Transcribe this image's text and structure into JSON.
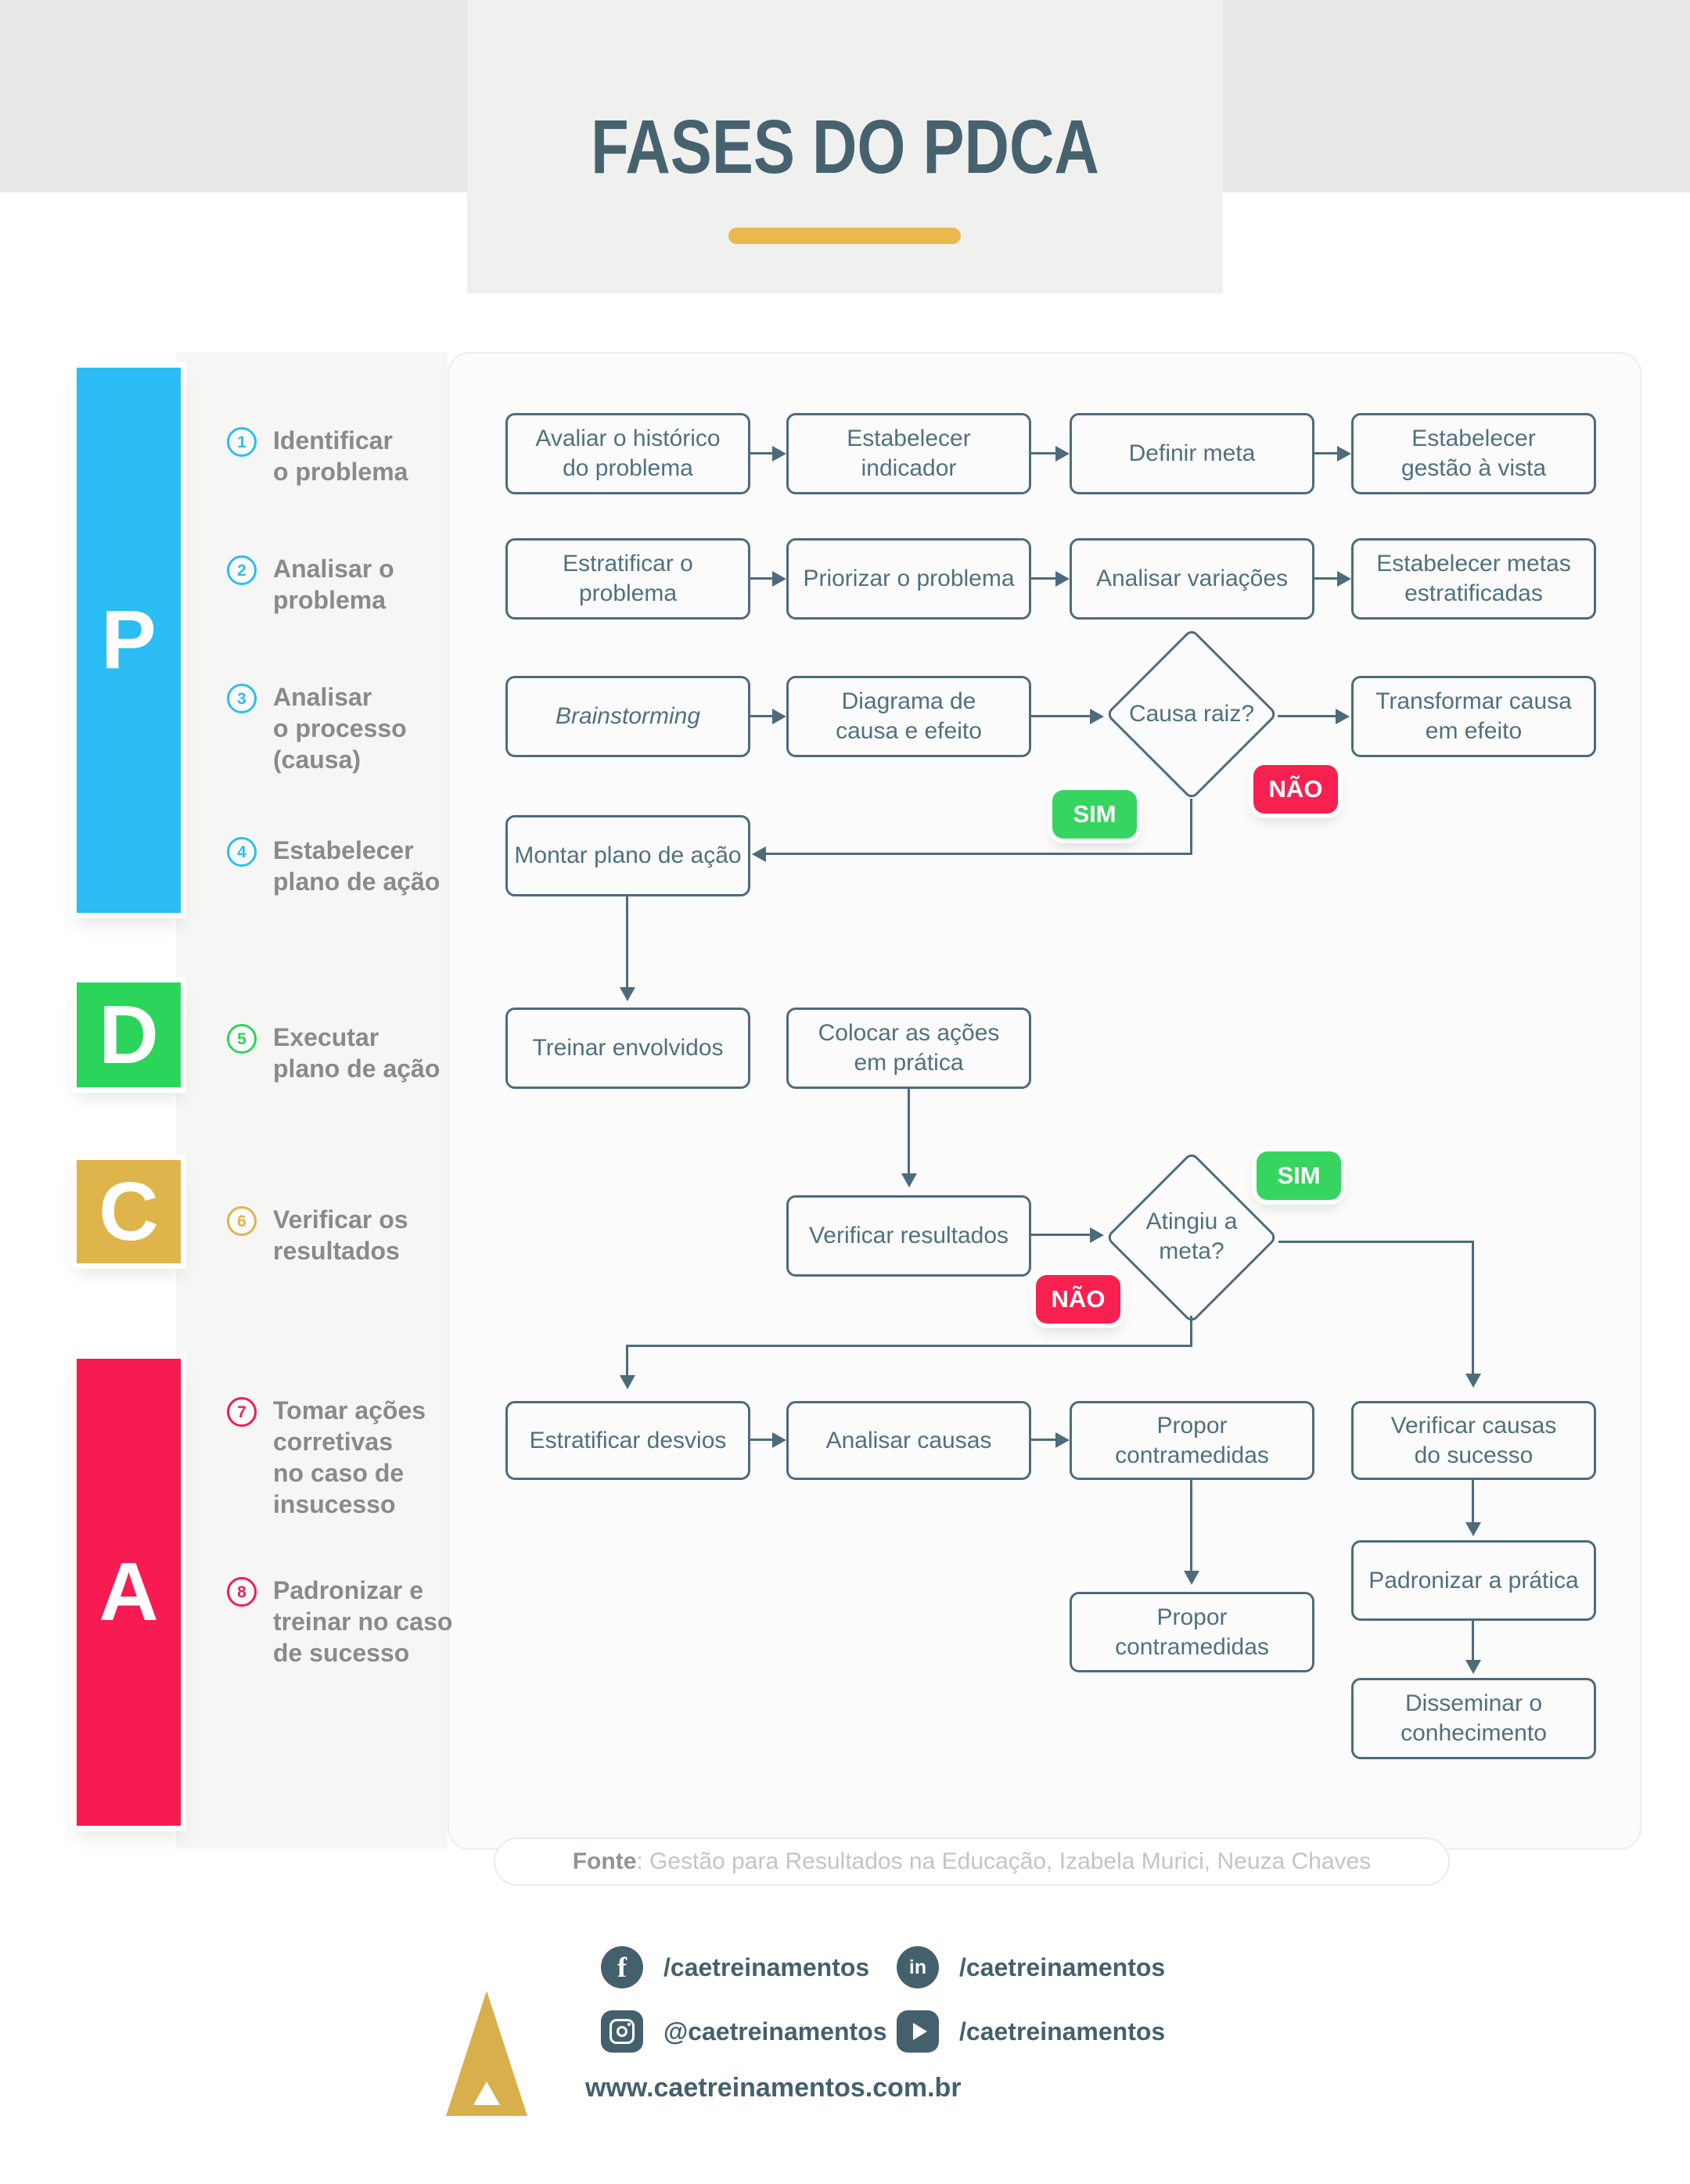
{
  "header": {
    "title": "FASES DO PDCA"
  },
  "colors": {
    "cyan": "#2bbdf3",
    "green": "#2bd55b",
    "gold": "#dfb44a",
    "red": "#f71b52",
    "slate": "#4e6b7b",
    "title": "#47626f",
    "underline": "#e9b94d"
  },
  "sidebar": {
    "sections": [
      {
        "letter": "P"
      },
      {
        "letter": "D"
      },
      {
        "letter": "C"
      },
      {
        "letter": "A"
      }
    ],
    "items": [
      {
        "number": "1",
        "label": "Identificar\no problema"
      },
      {
        "number": "2",
        "label": "Analisar o\nproblema"
      },
      {
        "number": "3",
        "label": "Analisar\no processo\n(causa)"
      },
      {
        "number": "4",
        "label": "Estabelecer\nplano de ação"
      },
      {
        "number": "5",
        "label": "Executar\nplano de ação"
      },
      {
        "number": "6",
        "label": "Verificar os\nresultados"
      },
      {
        "number": "7",
        "label": "Tomar ações\ncorretivas\nno caso de\ninsucesso"
      },
      {
        "number": "8",
        "label": "Padronizar e\ntreinar no caso\nde sucesso"
      }
    ]
  },
  "flow": {
    "avaliar_historico": "Avaliar o histórico\ndo problema",
    "estabelecer_indicador": "Estabelecer\nindicador",
    "definir_meta": "Definir meta",
    "gestao_vista": "Estabelecer\ngestão à vista",
    "estratificar_problema": "Estratificar o\nproblema",
    "priorizar_problema": "Priorizar o problema",
    "analisar_variacoes": "Analisar variações",
    "metas_estratificadas": "Estabelecer metas\nestratificadas",
    "brainstorming": "Brainstorming",
    "diagrama_causa_efeito": "Diagrama de\ncausa e efeito",
    "causa_raiz": "Causa raiz?",
    "transformar_causa": "Transformar causa\nem efeito",
    "montar_plano": "Montar plano de ação",
    "treinar_envolvidos": "Treinar envolvidos",
    "colocar_acoes": "Colocar as ações\nem prática",
    "verificar_resultados": "Verificar resultados",
    "atingiu_meta": "Atingiu a\nmeta?",
    "estratificar_desvios": "Estratificar desvios",
    "analisar_causas": "Analisar causas",
    "propor_contramedidas_1": "Propor\ncontramedidas",
    "verificar_causas_sucesso": "Verificar causas\ndo sucesso",
    "propor_contramedidas_2": "Propor\ncontramedidas",
    "padronizar_pratica": "Padronizar a prática",
    "disseminar_conhecimento": "Disseminar o\nconhecimento",
    "sim": "SIM",
    "nao": "NÃO"
  },
  "footer": {
    "fonte_label": "Fonte",
    "fonte_text": ": Gestão para Resultados na Educação, Izabela Murici, Neuza Chaves",
    "socials": [
      {
        "network": "facebook",
        "handle": "/caetreinamentos"
      },
      {
        "network": "linkedin",
        "handle": "/caetreinamentos"
      },
      {
        "network": "instagram",
        "handle": "@caetreinamentos"
      },
      {
        "network": "youtube",
        "handle": "/caetreinamentos"
      }
    ],
    "website": "www.caetreinamentos.com.br"
  }
}
